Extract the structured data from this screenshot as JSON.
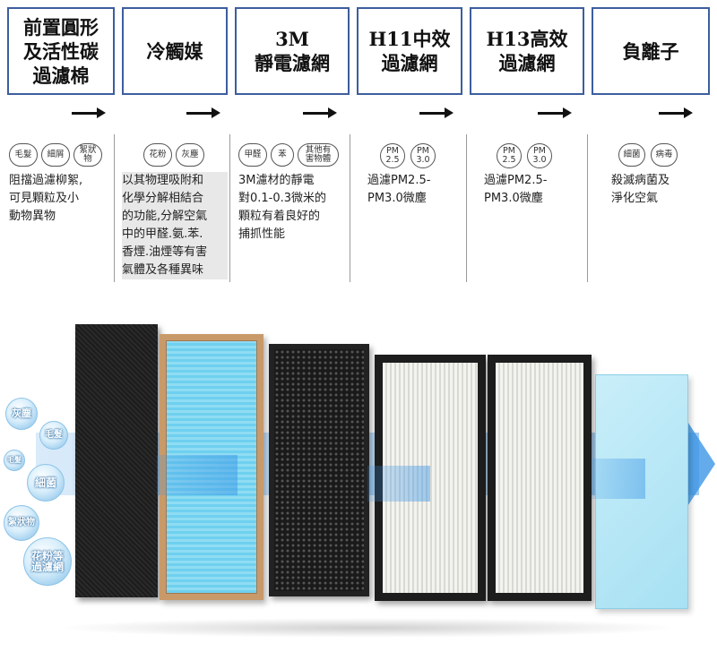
{
  "columns": [
    {
      "title": "前置圓形\n及活性碳\n過濾棉",
      "tags": [
        "毛髮",
        "細屑",
        "絮狀\n物"
      ],
      "desc": "阻擋過濾柳絮,\n可見顆粒及小\n動物異物"
    },
    {
      "title": "冷觸媒",
      "tags": [
        "花粉",
        "灰塵"
      ],
      "desc": "以其物理吸附和\n化學分解相結合\n的功能,分解空氣\n中的甲醛.氨.苯.\n香煙.油煙等有害\n氣體及各種異味"
    },
    {
      "title": "3M\n靜電濾網",
      "tags": [
        "甲醛",
        "苯",
        "其他有\n害物體"
      ],
      "desc": "3M濾材的靜電\n對0.1-0.3微米的\n顆粒有着良好的\n捕抓性能"
    },
    {
      "title": "H11中效\n過濾網",
      "tags": [
        "PM\n2.5",
        "PM\n3.0"
      ],
      "desc": "過濾PM2.5-\nPM3.0微塵"
    },
    {
      "title": "H13高效\n過濾網",
      "tags": [
        "PM\n2.5",
        "PM\n3.0"
      ],
      "desc": "過濾PM2.5-\nPM3.0微塵"
    },
    {
      "title": "負離子",
      "tags": [
        "細菌",
        "病毒"
      ],
      "desc": "殺滅病菌及\n淨化空氣"
    }
  ],
  "bubbles": [
    "灰塵",
    "毛髮",
    "毛髮",
    "細菌",
    "絮狀物",
    "花粉等\n過濾網"
  ],
  "colors": {
    "box_border": "#3d5e9e",
    "beam": "#3c96e6",
    "filter_blue": "#6fd0ef",
    "frame_gold": "#c89a6a"
  }
}
